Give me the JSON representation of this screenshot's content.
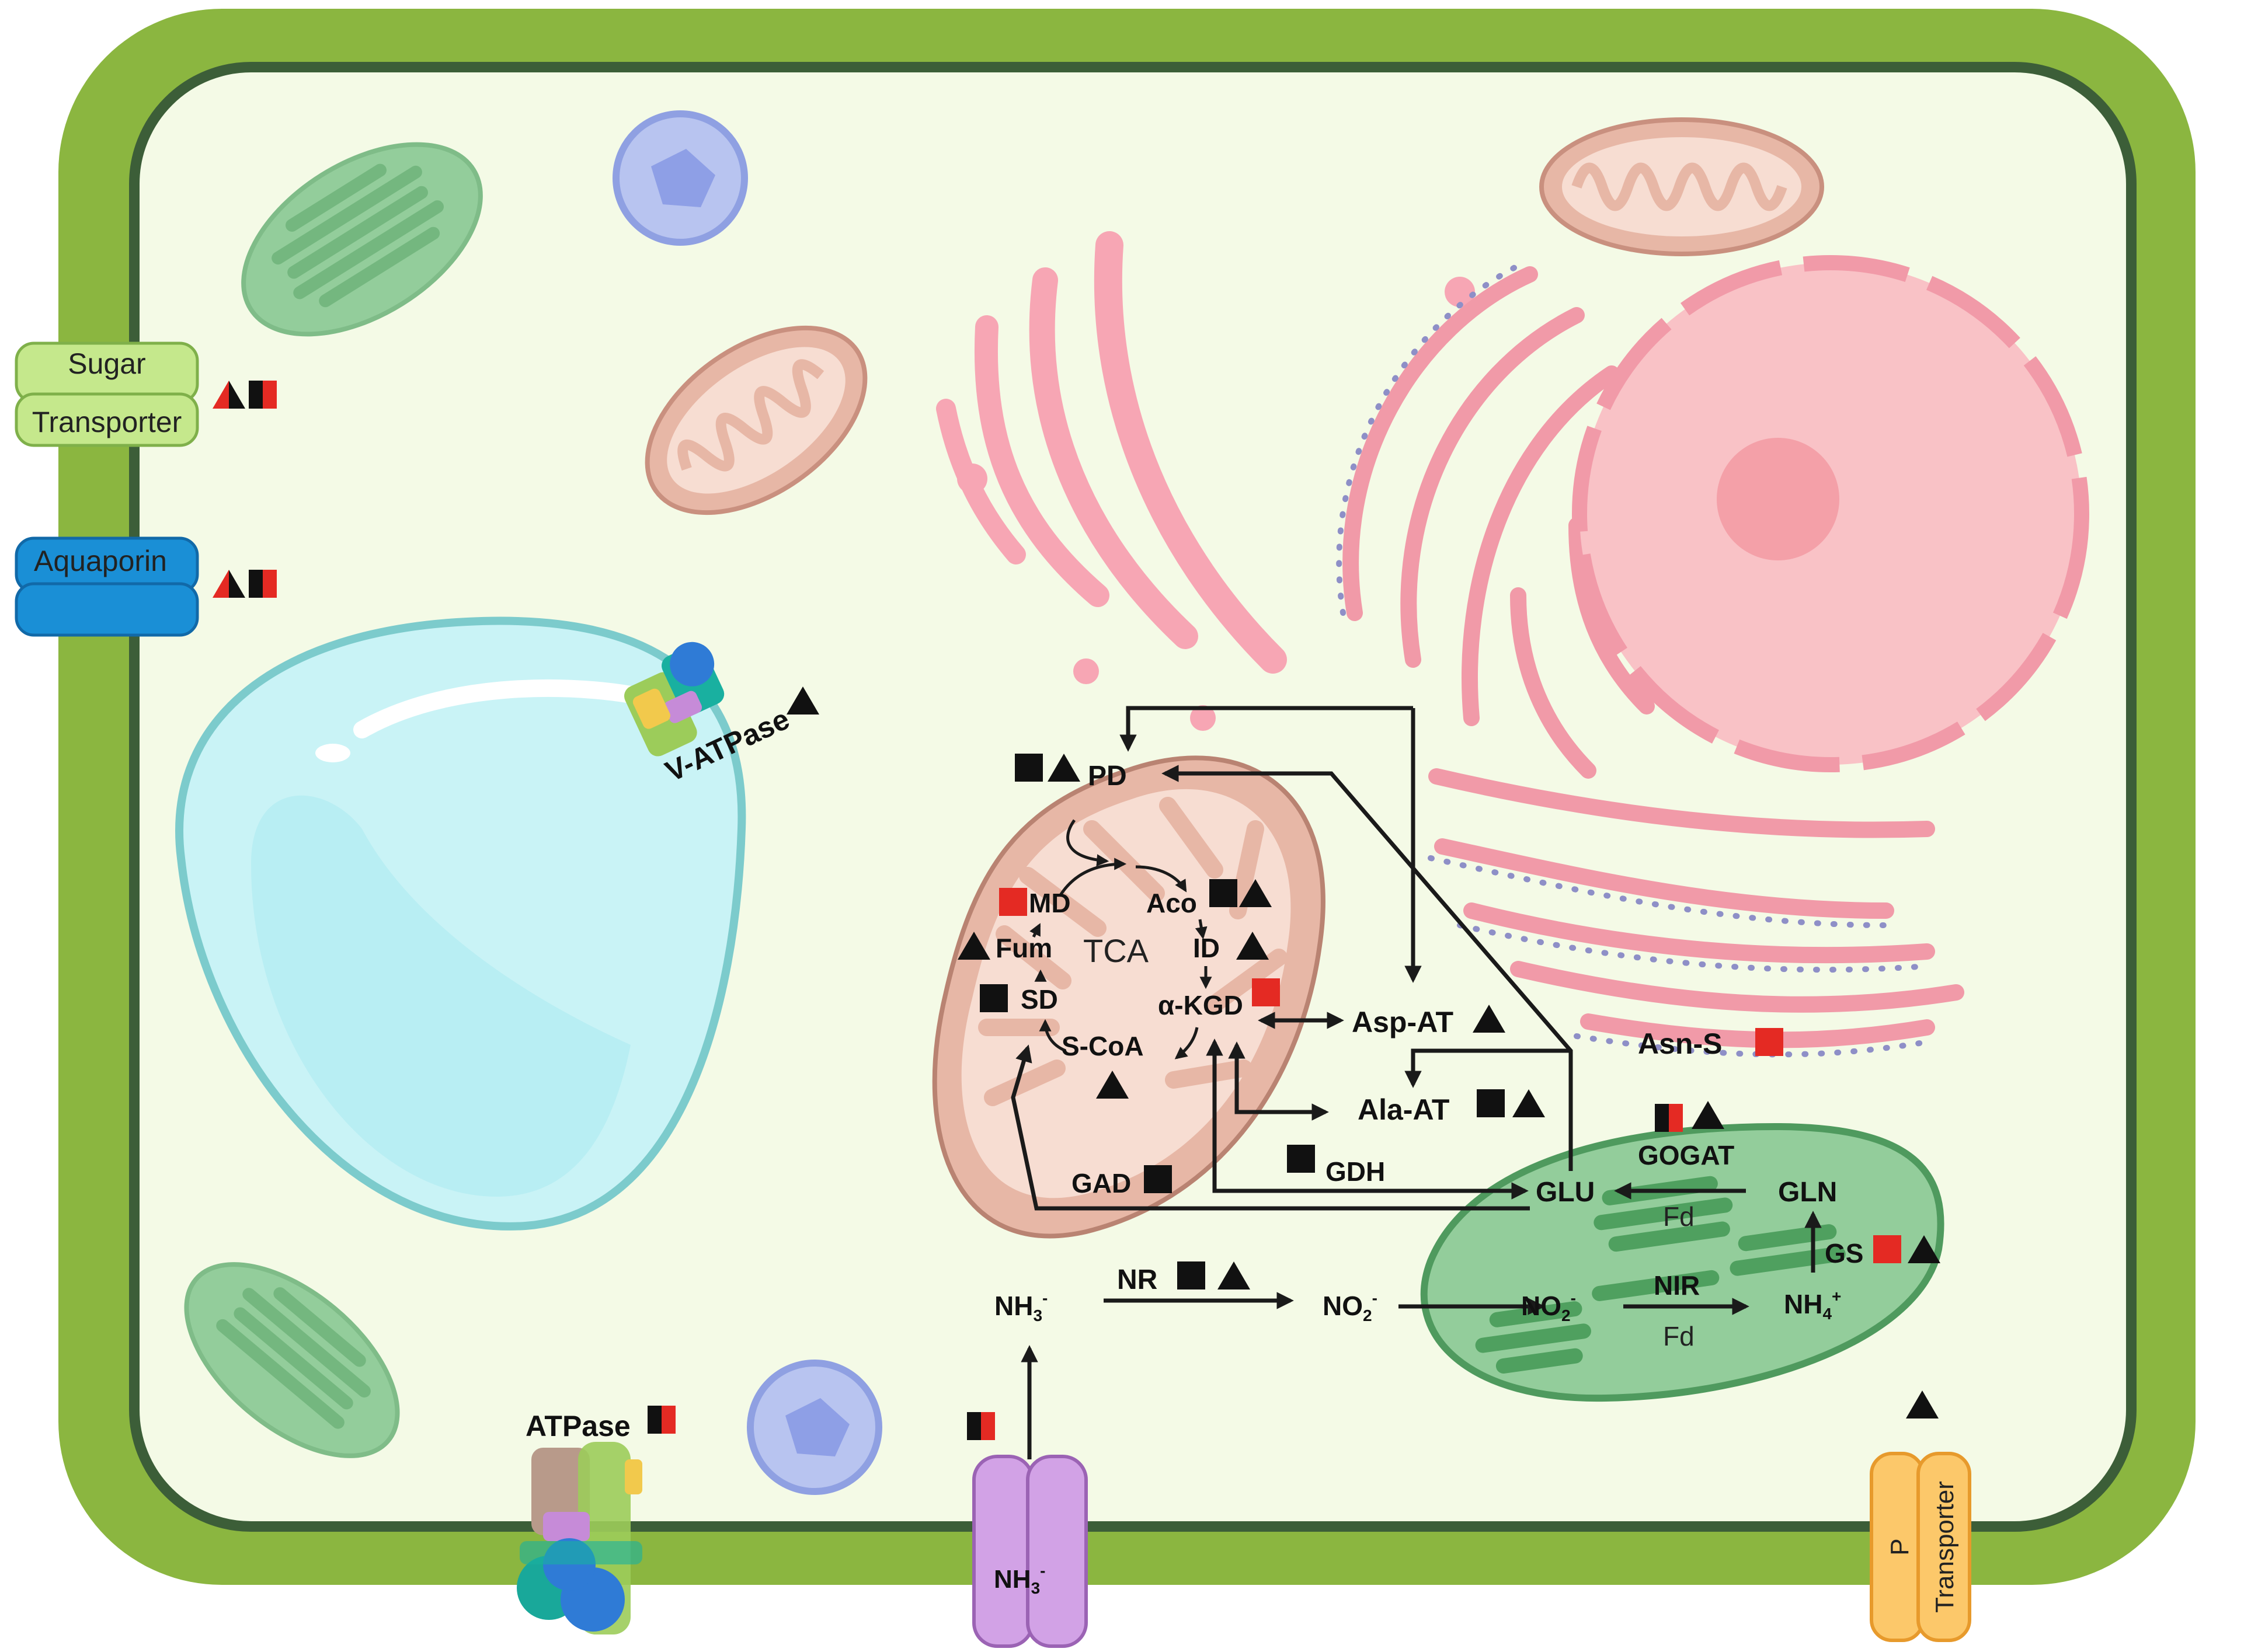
{
  "colors": {
    "cell_wall": "#8bb640",
    "membrane": "#3c5e38",
    "cytoplasm": "#f4fae6",
    "vacuole": "#c9f3f6",
    "mito": "#f0c2b2",
    "chloro": "#93cd9b",
    "er": "#f6a7b3",
    "marker_red": "#e42a23",
    "marker_black": "#111111"
  },
  "membrane_proteins": {
    "sugar_top": "Sugar",
    "sugar_bottom": "Transporter",
    "aquaporin": "Aquaporin",
    "v_atpase": "V-ATPase",
    "atpase": "ATPase",
    "nh3_channel": "NH3-",
    "p_top": "P",
    "p_bottom": "Transporter"
  },
  "enzymes": {
    "pd": "PD",
    "md": "MD",
    "aco": "Aco",
    "tca": "TCA",
    "fum": "Fum",
    "id": "ID",
    "sd": "SD",
    "akgd": "α-KGD",
    "scoa": "S-CoA",
    "asp_at": "Asp-AT",
    "ala_at": "Ala-AT",
    "asn_s": "Asn-S",
    "gad": "GAD",
    "gdh": "GDH",
    "gogat": "GOGAT",
    "fd1": "Fd",
    "glu": "GLU",
    "gln": "GLN",
    "gs": "GS",
    "nr": "NR",
    "nir": "NIR",
    "fd2": "Fd"
  },
  "species": {
    "nh3_base": "NH",
    "nh3_sub": "3",
    "nh3_sup": "-",
    "no2_base": "NO",
    "no2_sub": "2",
    "no2_sup": "-",
    "nh4_base": "NH",
    "nh4_sub": "4",
    "nh4_sup": "+"
  },
  "legend_markers": {
    "square_black": "black square",
    "square_red": "red square",
    "square_half": "half black / half red square",
    "triangle_black": "black triangle",
    "triangle_half": "half red / half black triangle"
  }
}
